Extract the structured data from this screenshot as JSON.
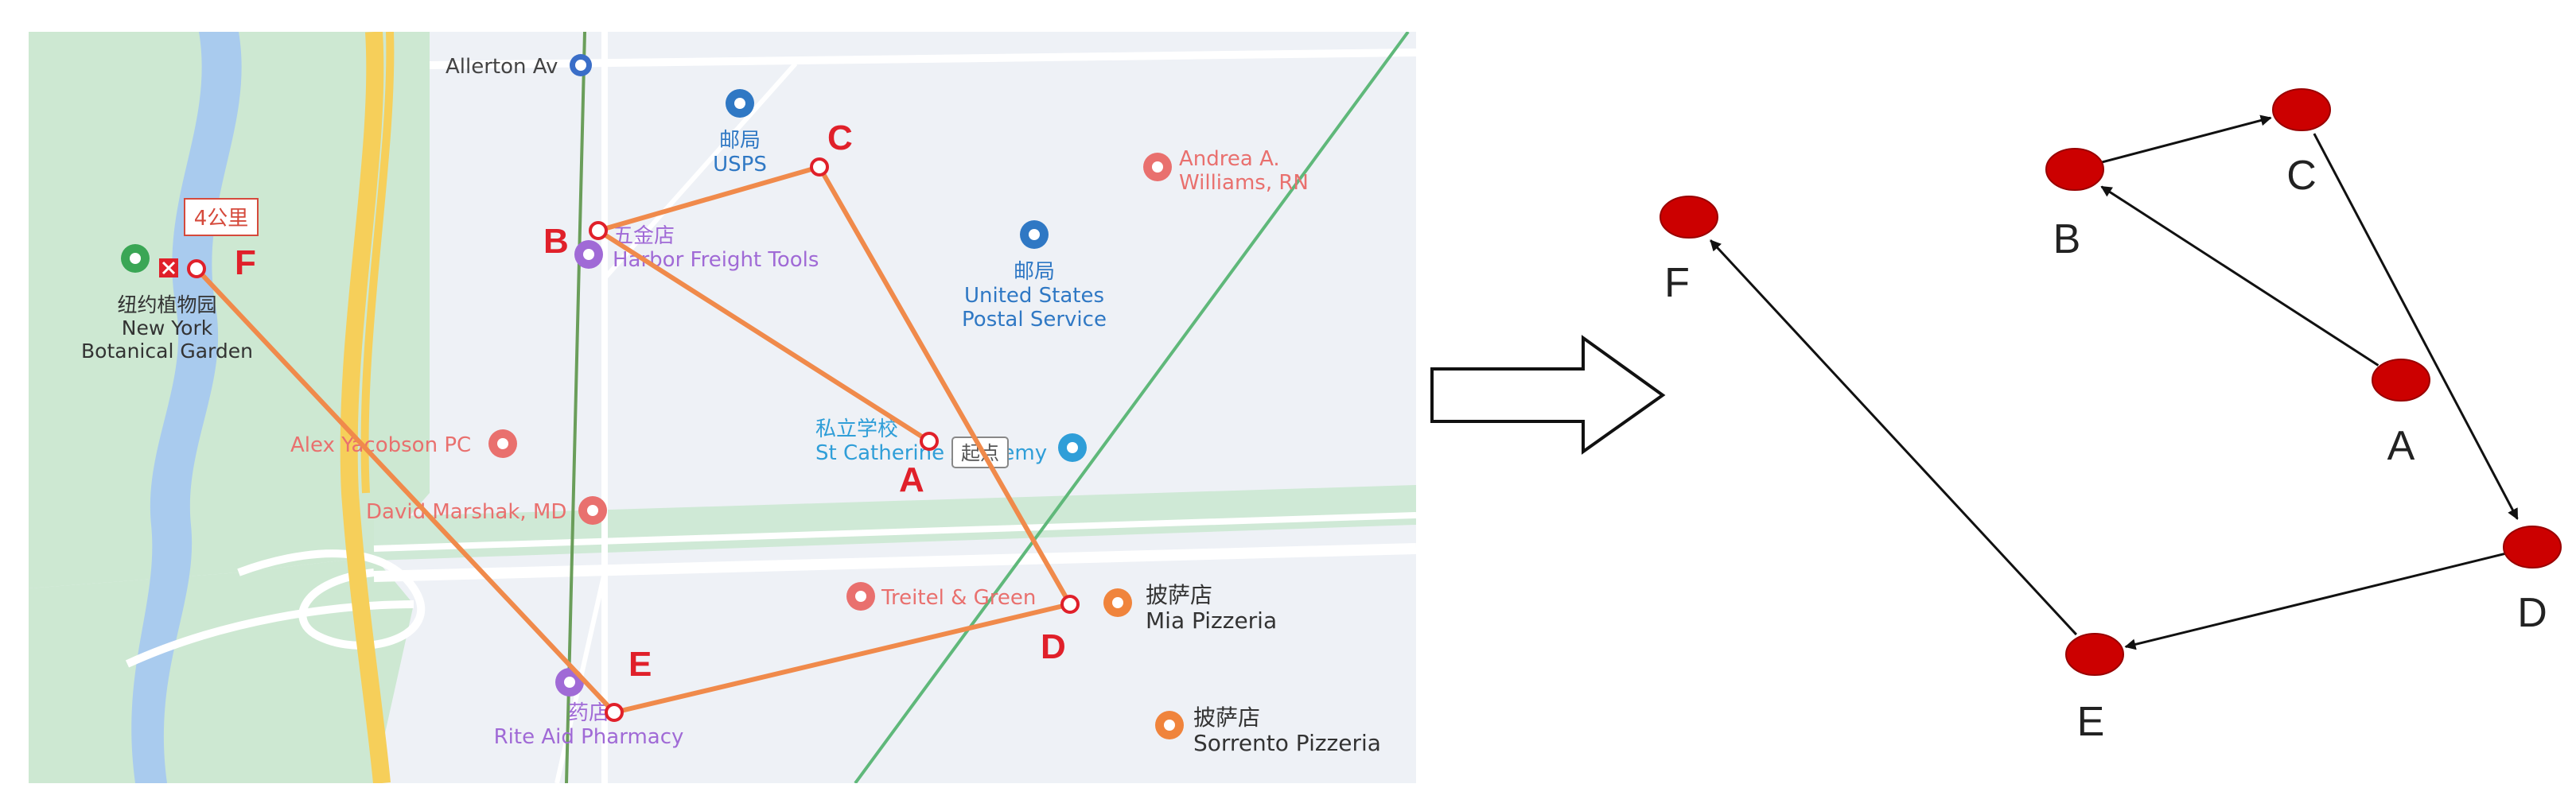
{
  "map": {
    "road_label": "Allerton Av",
    "distance_badge": "4公里",
    "start_tag": "起点",
    "pois": [
      {
        "id": "usps",
        "lines": [
          "邮局",
          "USPS"
        ],
        "color": "#2f78c4",
        "icon": "postal-icon"
      },
      {
        "id": "postal",
        "lines": [
          "邮局",
          "United States",
          "Postal Service"
        ],
        "color": "#2f78c4",
        "icon": "postal-icon"
      },
      {
        "id": "andrea",
        "lines": [
          "Andrea A.",
          "Williams, RN"
        ],
        "color": "#e9706e",
        "icon": "medical-icon"
      },
      {
        "id": "harbor",
        "lines": [
          "五金店",
          "Harbor Freight Tools"
        ],
        "color": "#a06ad6",
        "icon": "shopping-pin-icon"
      },
      {
        "id": "garden",
        "lines": [
          "纽约植物园",
          "New York",
          "Botanical Garden"
        ],
        "color": "#333333",
        "icon": "park-icon"
      },
      {
        "id": "school",
        "lines": [
          "私立学校",
          "St Catherine Academy"
        ],
        "color": "#2f9ed8",
        "icon": "school-icon"
      },
      {
        "id": "alex",
        "lines": [
          "Alex Yacobson PC"
        ],
        "color": "#e9706e",
        "icon": "medical-icon"
      },
      {
        "id": "david",
        "lines": [
          "David Marshak, MD"
        ],
        "color": "#e9706e",
        "icon": "medical-icon"
      },
      {
        "id": "treitel",
        "lines": [
          "Treitel & Green"
        ],
        "color": "#e9706e",
        "icon": "medical-icon"
      },
      {
        "id": "mia",
        "lines": [
          "披萨店",
          "Mia Pizzeria"
        ],
        "color": "#333333",
        "icon": "pizza-icon"
      },
      {
        "id": "riteaid",
        "lines": [
          "药店",
          "Rite Aid Pharmacy"
        ],
        "color": "#a06ad6",
        "icon": "pharmacy-icon"
      },
      {
        "id": "sorrento",
        "lines": [
          "披萨店",
          "Sorrento Pizzeria"
        ],
        "color": "#333333",
        "icon": "pizza-icon"
      }
    ],
    "route": {
      "order": [
        "A",
        "B",
        "C",
        "D",
        "E",
        "F"
      ],
      "color": "#f08a4b",
      "marker_color": "#e0202a"
    }
  },
  "graph": {
    "nodes": [
      "A",
      "B",
      "C",
      "D",
      "E",
      "F"
    ],
    "edges": [
      [
        "A",
        "B"
      ],
      [
        "B",
        "C"
      ],
      [
        "C",
        "D"
      ],
      [
        "D",
        "E"
      ],
      [
        "E",
        "F"
      ]
    ],
    "node_color": "#cc0000"
  },
  "arrow": {
    "icon": "right-arrow-icon"
  }
}
